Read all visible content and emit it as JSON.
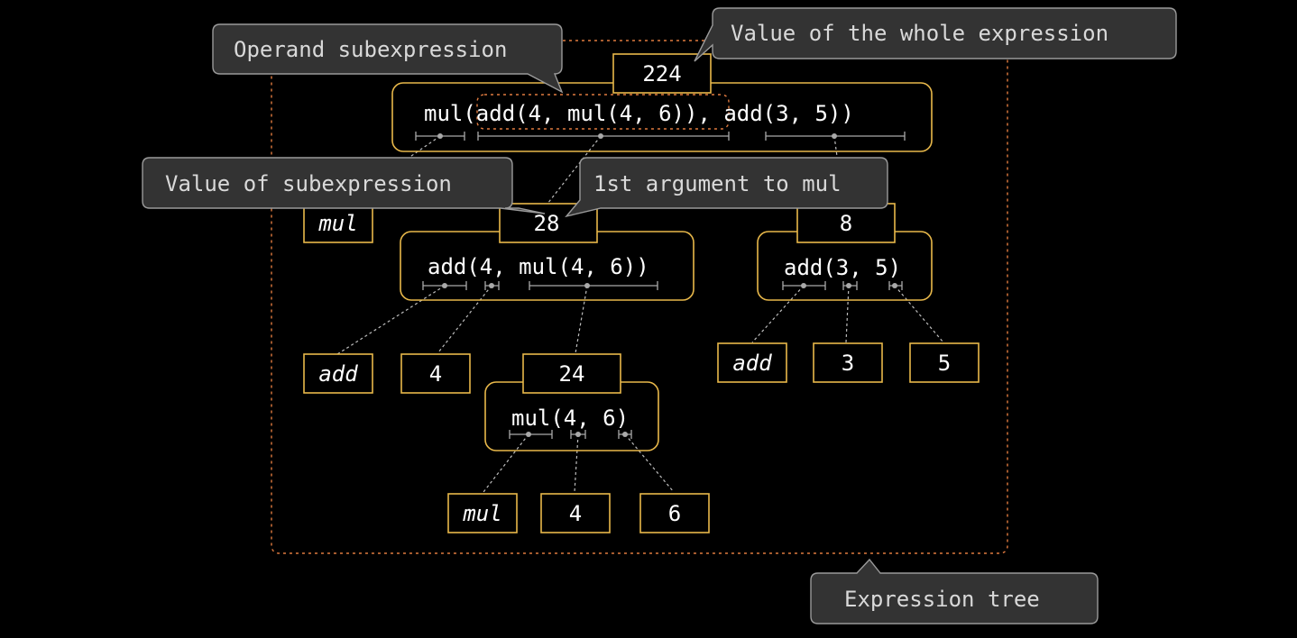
{
  "callouts": {
    "operand_subexpression": "Operand subexpression",
    "value_of_whole": "Value of the whole expression",
    "value_of_subexpression": "Value of subexpression",
    "first_argument": "1st argument to mul",
    "expression_tree": "Expression tree"
  },
  "root": {
    "value": "224",
    "text_prefix": "mul(",
    "text_highlight": "add(4, mul(4, 6))",
    "text_suffix": ", add(3, 5))",
    "operator": "mul"
  },
  "left": {
    "value": "28",
    "text": "add(4, mul(4, 6))",
    "operator": "add",
    "arg1": "4"
  },
  "inner": {
    "value": "24",
    "text": "mul(4, 6)",
    "operator": "mul",
    "arg1": "4",
    "arg2": "6"
  },
  "right": {
    "value": "8",
    "text": "add(3, 5)",
    "operator": "add",
    "arg1": "3",
    "arg2": "5"
  }
}
